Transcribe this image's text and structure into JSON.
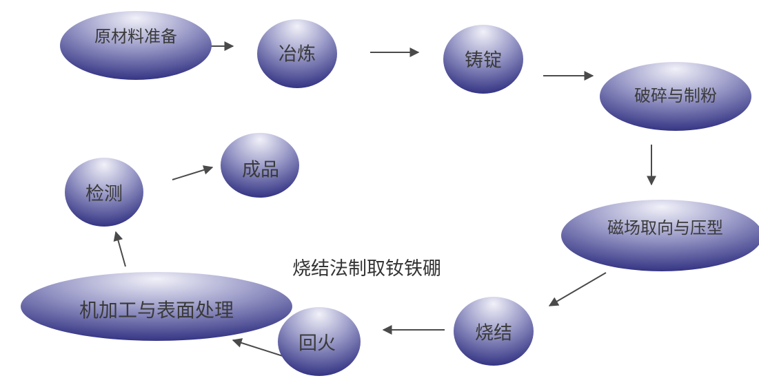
{
  "title": "烧结法制取钕铁硼",
  "colors": {
    "node_light": "#f1f1f9",
    "node_mid": "#9a9ac8",
    "node_dark": "#25257a",
    "arrow": "#4a4a4a",
    "text": "#3a3a3a"
  },
  "steps": [
    {
      "id": "raw",
      "label": "原材料准备"
    },
    {
      "id": "smelt",
      "label": "冶炼"
    },
    {
      "id": "ingot",
      "label": "铸锭"
    },
    {
      "id": "crush",
      "label": "破碎与制粉"
    },
    {
      "id": "press",
      "label": "磁场取向与压型"
    },
    {
      "id": "sinter",
      "label": "烧结"
    },
    {
      "id": "temper",
      "label": "回火"
    },
    {
      "id": "machine",
      "label": "机加工与表面处理"
    },
    {
      "id": "inspect",
      "label": "检测"
    },
    {
      "id": "product",
      "label": "成品"
    }
  ],
  "flow": [
    [
      "raw",
      "smelt"
    ],
    [
      "smelt",
      "ingot"
    ],
    [
      "ingot",
      "crush"
    ],
    [
      "crush",
      "press"
    ],
    [
      "press",
      "sinter"
    ],
    [
      "sinter",
      "temper"
    ],
    [
      "temper",
      "machine"
    ],
    [
      "machine",
      "inspect"
    ],
    [
      "inspect",
      "product"
    ]
  ]
}
